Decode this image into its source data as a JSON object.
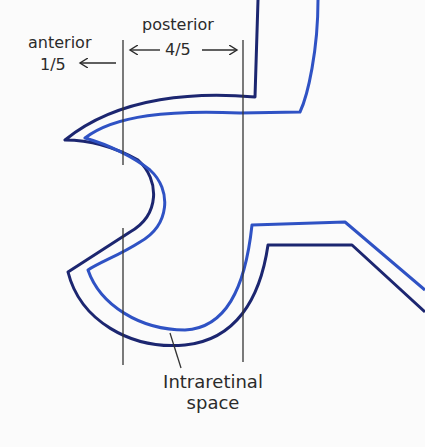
{
  "diagram": {
    "labels": [
      "anterior",
      "1/5",
      "posterior",
      "4/5",
      "Intraretinal space"
    ]
  }
}
